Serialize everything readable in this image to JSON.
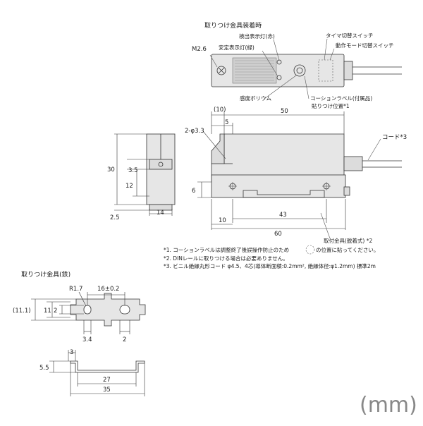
{
  "top_view": {
    "title": "取りつけ金具装着時",
    "m26": "M2.6",
    "label_detect_lamp": "検出表示灯(赤)",
    "label_stable_lamp": "安定表示灯(緑)",
    "label_timer_switch": "タイマ切替スイッチ",
    "label_mode_switch": "動作モード切替スイッチ",
    "label_sensitivity": "感度ボリウム",
    "label_caution_label": "コーションラベル(付属品)",
    "label_caution_pos": "貼りつけ位置*1"
  },
  "side_view": {
    "d10": "(10)",
    "d50": "50",
    "d5": "5",
    "hole": "2-φ3.3",
    "cord": "コード*3",
    "d6": "6",
    "d43": "43",
    "d10b": "10",
    "d60": "60",
    "bracket": "取付金具(脱着式) *2"
  },
  "end_view": {
    "d30": "30",
    "d35": "3.5",
    "d12": "12",
    "d14": "14",
    "d25": "2.5"
  },
  "notes": {
    "n1a": "*1. コーションラベルは調整終了後誤操作防止のため",
    "n1b": "の位置に貼ってください。",
    "n2": "*2. DINレールに取りつける場合は必要ありません。",
    "n3": "*3. ビニル絶縁丸形コード φ4.5、4芯(導体断面積:0.2mm², 絶縁体径:φ1.2mm) 標準2m"
  },
  "bracket_view": {
    "title": "取りつけ金具(鉄)",
    "r17": "R1.7",
    "d16": "16±0.2",
    "d111": "(11.1)",
    "d11": "11",
    "d2": "2",
    "d34": "3.4",
    "d2b": "2",
    "d3": "3",
    "d55": "5.5",
    "d27": "27",
    "d35": "35"
  },
  "unit": "(mm)"
}
